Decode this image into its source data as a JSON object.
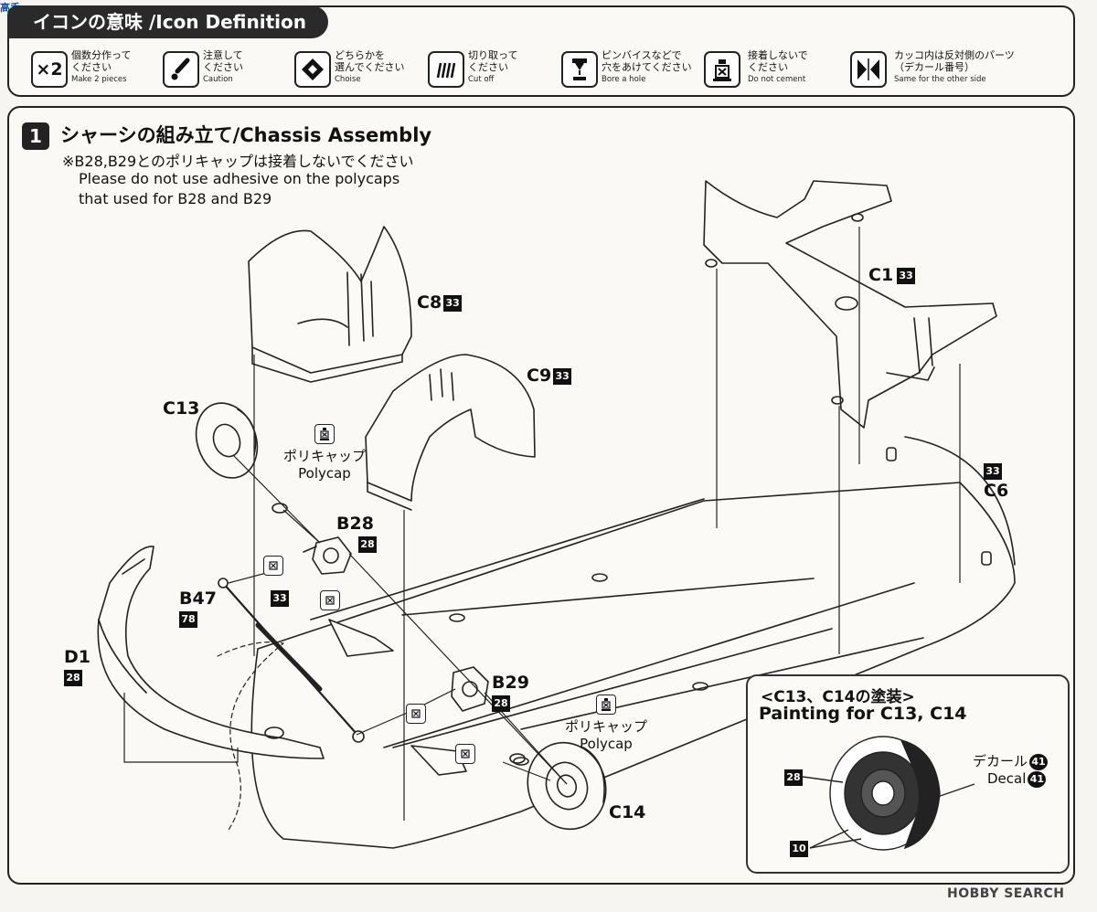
{
  "legend": {
    "title": "イコンの意味 /Icon Definition",
    "items": [
      {
        "icon": "make-two-icon",
        "icon_text": "×2",
        "jp1": "個数分作って",
        "jp2": "ください",
        "en": "Make 2 pieces"
      },
      {
        "icon": "caution-icon",
        "jp1": "注意して",
        "jp2": "ください",
        "en": "Caution"
      },
      {
        "icon": "choice-icon",
        "jp1": "どちらかを",
        "jp2": "選んでください",
        "en": "Choise"
      },
      {
        "icon": "cut-off-icon",
        "jp1": "切り取って",
        "jp2": "ください",
        "en": "Cut off"
      },
      {
        "icon": "bore-hole-icon",
        "jp1": "ピンバイスなどで",
        "jp2": "穴をあけてください",
        "en": "Bore a hole"
      },
      {
        "icon": "no-cement-icon",
        "jp1": "接着しないで",
        "jp2": "ください",
        "en": "Do not cement"
      },
      {
        "icon": "other-side-icon",
        "jp1": "カッコ内は反対側のパーツ",
        "jp2": "（デカール番号）",
        "en": "Same for the other side"
      }
    ]
  },
  "step": {
    "number": "1",
    "title": "シャーシの組み立て/Chassis Assembly",
    "note_jp": "※B28,B29とのポリキャップは接着しないでください",
    "note_en1": "Please do not use adhesive on the polycaps",
    "note_en2": "that used for B28 and B29"
  },
  "parts": {
    "C8": {
      "label": "C8",
      "badge": "33"
    },
    "C9": {
      "label": "C9",
      "badge": "33"
    },
    "C1": {
      "label": "C1",
      "badge": "33"
    },
    "C6": {
      "label": "C6",
      "badge": "33"
    },
    "C13": {
      "label": "C13"
    },
    "C14": {
      "label": "C14"
    },
    "B28": {
      "label": "B28",
      "badge": "28"
    },
    "B29": {
      "label": "B29",
      "badge": "28"
    },
    "B47": {
      "label": "B47",
      "badge": "78"
    },
    "D1": {
      "label": "D1",
      "badge": "28"
    },
    "damper_badge": "33"
  },
  "polycap1": {
    "jp": "ポリキャップ",
    "en": "Polycap"
  },
  "polycap2": {
    "jp": "ポリキャップ",
    "en": "Polycap"
  },
  "painting": {
    "title_jp": "<C13、C14の塗装>",
    "title_en": "Painting for C13, C14",
    "badge_a": "28",
    "badge_b": "10",
    "decal_jp": "デカール",
    "decal_en": "Decal",
    "decal_badge": "41"
  },
  "watermark": "HOBBY SEARCH",
  "corner_logo": "高手"
}
